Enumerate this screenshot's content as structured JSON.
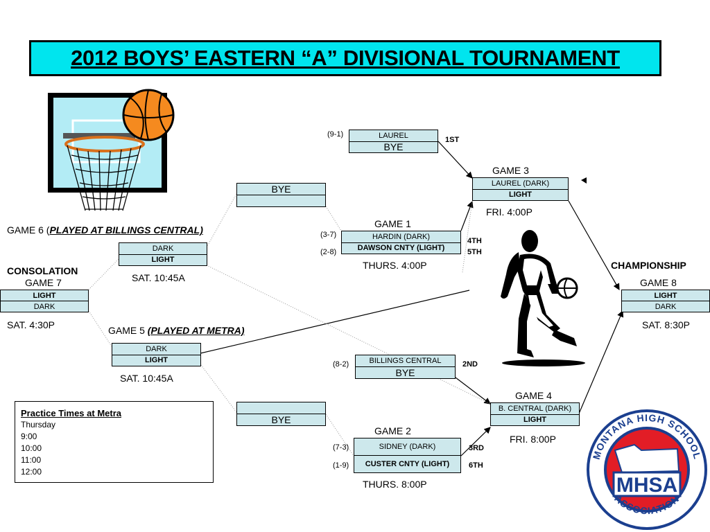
{
  "title": "2012 BOYS’ EASTERN “A” DIVISIONAL TOURNAMENT",
  "colors": {
    "title_bg": "#00e5ee",
    "slot_bg": "#cde8ec"
  },
  "icons": [
    "basketball-hoop-icon",
    "basketball-player-icon",
    "mhsa-logo-icon"
  ],
  "bracket": {
    "laurel": {
      "seed": "(9-1)",
      "team": "LAUREL",
      "opponent": "BYE",
      "place": "1ST"
    },
    "game1": {
      "label": "GAME 1",
      "seed_a": "(3-7)",
      "team_a": "HARDIN (DARK)",
      "place_a": "4TH",
      "seed_b": "(2-8)",
      "team_b": "DAWSON CNTY (LIGHT)",
      "place_b": "5TH",
      "time": "THURS. 4:00P"
    },
    "game3": {
      "label": "GAME 3",
      "team_a": "LAUREL (DARK)",
      "team_b": "LIGHT",
      "time": "FRI. 4:00P"
    },
    "billings": {
      "seed": "(8-2)",
      "team": "BILLINGS CENTRAL",
      "opponent": "BYE",
      "place": "2ND"
    },
    "game2": {
      "label": "GAME 2",
      "seed_a": "(7-3)",
      "team_a": "SIDNEY (DARK)",
      "place_a": "3RD",
      "seed_b": "(1-9)",
      "team_b": "CUSTER CNTY (LIGHT)",
      "place_b": "6TH",
      "time": "THURS. 8:00P"
    },
    "game4": {
      "label": "GAME 4",
      "team_a": "B. CENTRAL (DARK)",
      "team_b": "LIGHT",
      "time": "FRI. 8:00P"
    },
    "game8": {
      "header": "CHAMPIONSHIP",
      "label": "GAME 8",
      "team_a": "LIGHT",
      "team_b": "DARK",
      "time": "SAT. 8:30P"
    },
    "bye_top": {
      "team_a": "BYE",
      "team_b": ""
    },
    "bye_bottom": {
      "team_a": "",
      "team_b": "BYE"
    },
    "game6": {
      "label_prefix": "GAME 6 (",
      "label_note": "PLAYED AT BILLINGS CENTRAL)",
      "team_a": "DARK",
      "team_b": "LIGHT",
      "time": "SAT. 10:45A"
    },
    "game5": {
      "label_prefix": "GAME 5 ",
      "label_note": "(PLAYED AT METRA)",
      "team_a": "DARK",
      "team_b": "LIGHT",
      "time": "SAT. 10:45A"
    },
    "game7": {
      "header": "CONSOLATION",
      "label": "GAME 7",
      "team_a": "LIGHT",
      "team_b": "DARK",
      "time": "SAT. 4:30P"
    }
  },
  "practice": {
    "title": "Practice Times at Metra",
    "day": "Thursday",
    "times": [
      "9:00",
      "10:00",
      "11:00",
      "12:00"
    ]
  },
  "logo": {
    "top_text": "MONTANA HIGH SCHOOL",
    "bottom_text": "ASSOCIATION",
    "center_text": "MHSA"
  }
}
